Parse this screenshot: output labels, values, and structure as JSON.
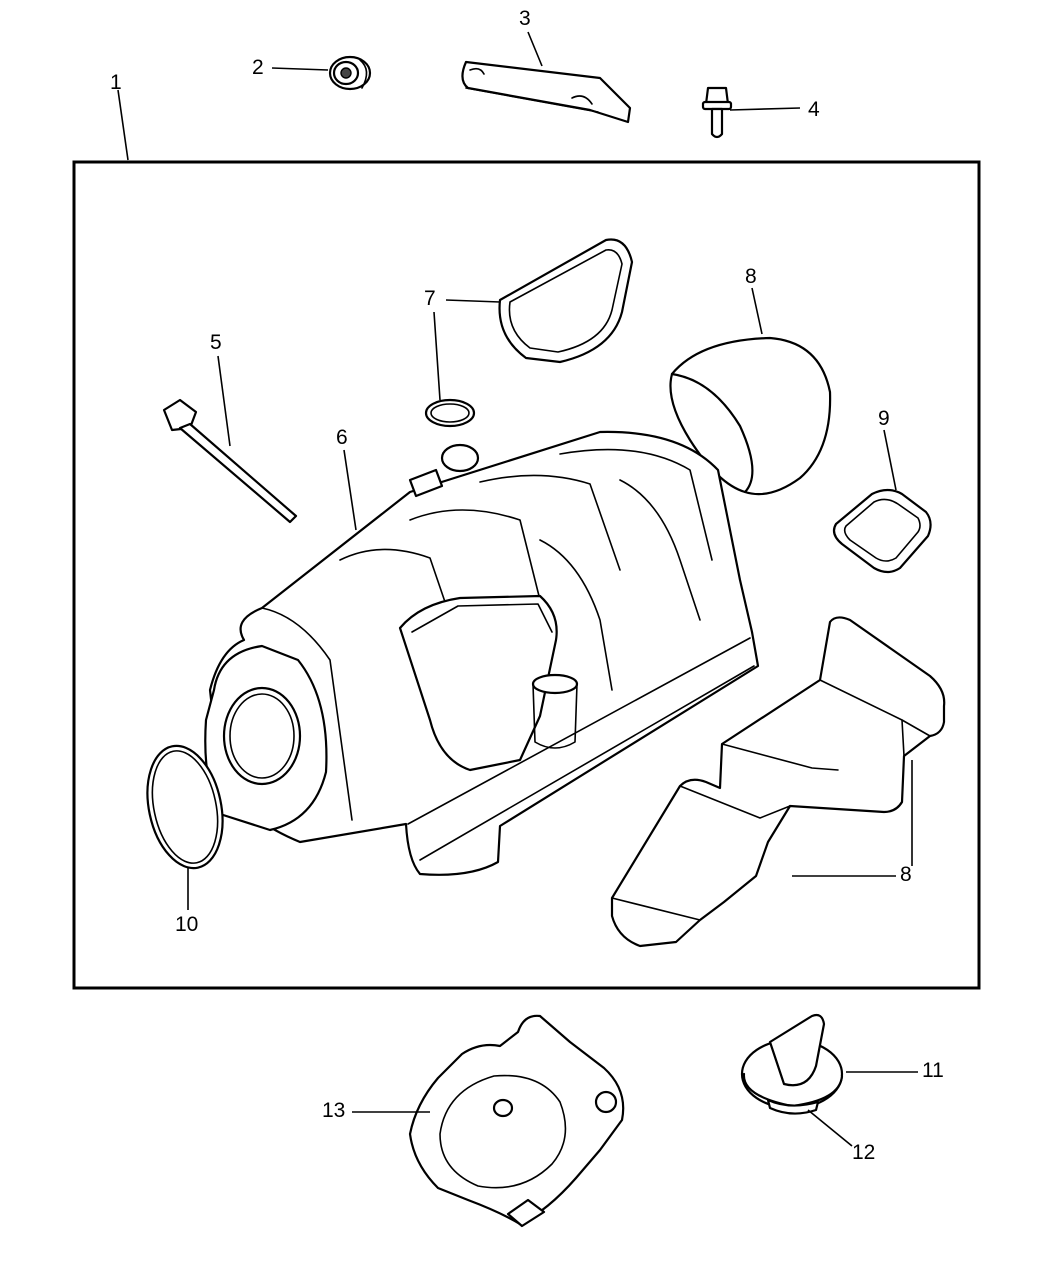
{
  "diagram": {
    "callouts": [
      {
        "id": "c1",
        "text": "1"
      },
      {
        "id": "c2",
        "text": "2"
      },
      {
        "id": "c3",
        "text": "3"
      },
      {
        "id": "c4",
        "text": "4"
      },
      {
        "id": "c5",
        "text": "5"
      },
      {
        "id": "c6",
        "text": "6"
      },
      {
        "id": "c7",
        "text": "7"
      },
      {
        "id": "c8a",
        "text": "8"
      },
      {
        "id": "c9",
        "text": "9"
      },
      {
        "id": "c8b",
        "text": "8"
      },
      {
        "id": "c10",
        "text": "10"
      },
      {
        "id": "c11",
        "text": "11"
      },
      {
        "id": "c12",
        "text": "12"
      },
      {
        "id": "c13",
        "text": "13"
      }
    ]
  }
}
